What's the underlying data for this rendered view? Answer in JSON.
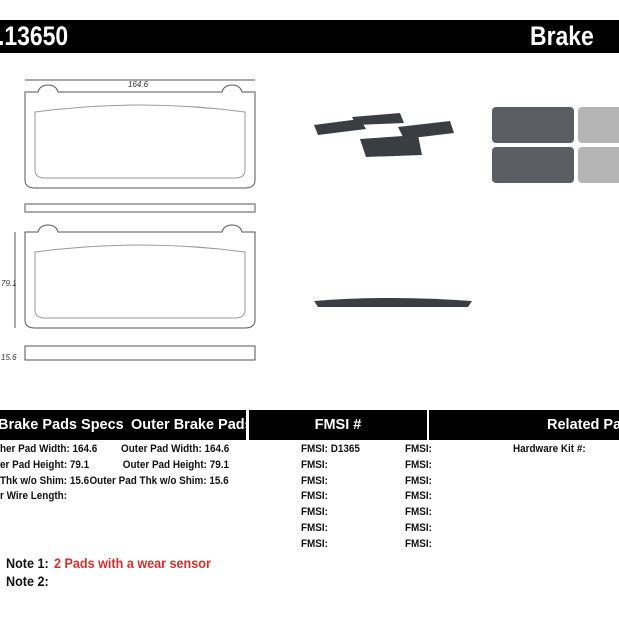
{
  "header": {
    "part_number": ".13650",
    "title": "Brake F"
  },
  "drawing": {
    "width_dim": "164.6",
    "height_dim": "79.1",
    "thickness_dim": "15.6"
  },
  "tables": {
    "inner_header": "Brake Pads Specs",
    "outer_header": "Outer Brake Pads Specs",
    "fmsi_header": "FMSI #",
    "related_header": "Related Par",
    "inner": [
      "her Pad Width: 164.6",
      "er Pad Height: 79.1",
      "Thk w/o Shim: 15.6",
      "r Wire Length:"
    ],
    "outer": [
      "Outer Pad Width: 164.6",
      "Outer Pad Height: 79.1",
      "Outer Pad Thk w/o Shim: 15.6"
    ],
    "fmsi_left": [
      "FMSI:  D1365",
      "FMSI:",
      "FMSI:",
      "FMSI:",
      "FMSI:",
      "FMSI:",
      "FMSI:"
    ],
    "fmsi_right": [
      "FMSI:",
      "FMSI:",
      "FMSI:",
      "FMSI:",
      "FMSI:",
      "FMSI:",
      "FMSI:"
    ],
    "related": [
      "Hardware Kit #:"
    ]
  },
  "notes": {
    "note1_label": "Note 1:",
    "note1_text": "2 Pads with a wear sensor",
    "note2_label": "Note 2:",
    "note_color": "#d0312d"
  }
}
